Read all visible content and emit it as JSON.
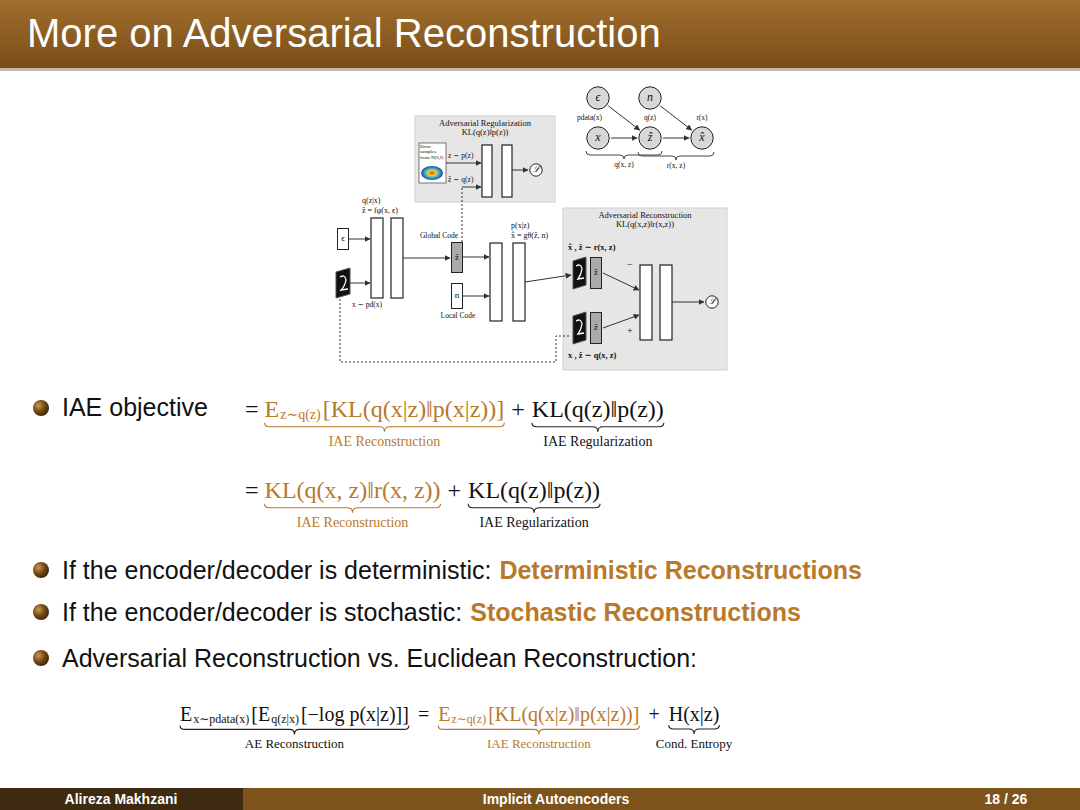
{
  "diagram": {
    "title": "More on Adversarial Reconstruction",
    "nodes": [
      {
        "text": [
          "Adversarial Regularization",
          "KL(q(z)‖p(z))"
        ]
      },
      {
        "text": [
          "ℒ"
        ],
        "in": 0
      },
      {
        "text": [
          "ϵ"
        ]
      },
      {
        "text": [
          "n"
        ]
      },
      {
        "text": [
          "pdata(x)",
          "x"
        ]
      },
      {
        "text": [
          "q(z)",
          "ẑ"
        ]
      },
      {
        "text": [
          "r(x)",
          "x̂"
        ]
      },
      {
        "text": [
          "ϵ"
        ]
      },
      {
        "text": [
          "Global Code",
          "ẑ"
        ]
      },
      {
        "text": [
          "n",
          "Local Code"
        ]
      },
      {
        "text": [
          "Adversarial Reconstruction",
          "KL(q(x,z)‖r(x,z))"
        ]
      },
      {
        "text": [
          "ẑ"
        ],
        "in": 10
      },
      {
        "text": [
          "ẑ"
        ],
        "in": 10
      },
      {
        "text": [
          "ℒ"
        ],
        "in": 10
      }
    ],
    "edges": [
      {
        "from": 2,
        "to": 5,
        "arrow": "to"
      },
      {
        "from": 4,
        "to": 5,
        "arrow": "to"
      },
      {
        "from": 3,
        "to": 6,
        "arrow": "to"
      },
      {
        "from": 5,
        "to": 6,
        "arrow": "to"
      }
    ],
    "labels": [
      "Draw samples from N(0,I)",
      "z ∼ p(z)",
      "ẑ ∼ q(z)",
      "q(x, z)",
      "r(x, z)",
      "q(z|x)",
      "ẑ = fφ(x, ϵ)",
      "x ∼ pd(x)",
      "p(x|z)",
      "x̂ = gθ(ẑ, n)",
      "x̂ , ẑ ∼ r(x, z)",
      "x , ẑ ∼ q(x, z)",
      "−",
      "+",
      "IAE objective",
      "=",
      "E",
      "z∼q(z)",
      "[KL(q(x|z)‖p(x|z))]",
      "+",
      "KL(q(z)‖p(z))",
      "IAE Reconstruction",
      "IAE Regularization",
      "=",
      "KL(q(x, z)‖r(x, z))",
      "+",
      "KL(q(z)‖p(z))",
      "IAE Reconstruction",
      "IAE Regularization",
      "If the encoder/decoder is deterministic:",
      "Deterministic Reconstructions",
      "If the encoder/decoder is stochastic:",
      "Stochastic Reconstructions",
      "Adversarial Reconstruction vs. Euclidean Reconstruction:",
      "E",
      "x∼pdata(x)",
      "[E",
      "q(z|x)",
      "[−log p(x|z)]]",
      "=",
      "E",
      "z∼q(z)",
      "[KL(q(x|z)‖p(x|z))]",
      "+",
      "H(x|z)",
      "AE Reconstruction",
      "IAE Reconstruction",
      "Cond. Entropy",
      "Alireza Makhzani",
      "Implicit Autoencoders",
      "18 / 26"
    ]
  }
}
